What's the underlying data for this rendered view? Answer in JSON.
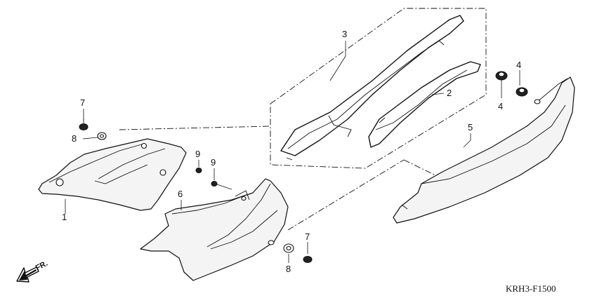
{
  "callouts": {
    "c1": "1",
    "c2": "2",
    "c3": "3",
    "c4a": "4",
    "c4b": "4",
    "c5": "5",
    "c6": "6",
    "c7a": "7",
    "c7b": "7",
    "c8a": "8",
    "c8b": "8",
    "c9a": "9",
    "c9b": "9"
  },
  "direction_label": "FR.",
  "diagram_code": "KRH3-F1500",
  "icons": {
    "direction": "front-direction-arrow-icon"
  }
}
